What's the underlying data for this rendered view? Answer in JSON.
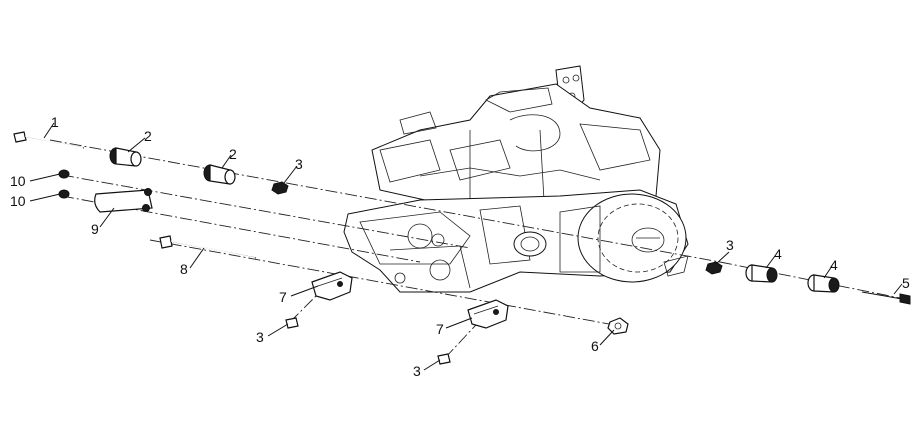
{
  "callouts": {
    "c1": "1",
    "c2a": "2",
    "c2b": "2",
    "c3a": "3",
    "c3b": "3",
    "c3c": "3",
    "c3d": "3",
    "c4a": "4",
    "c4b": "4",
    "c5": "5",
    "c6": "6",
    "c7a": "7",
    "c7b": "7",
    "c8": "8",
    "c9": "9",
    "c10a": "10",
    "c10b": "10"
  }
}
